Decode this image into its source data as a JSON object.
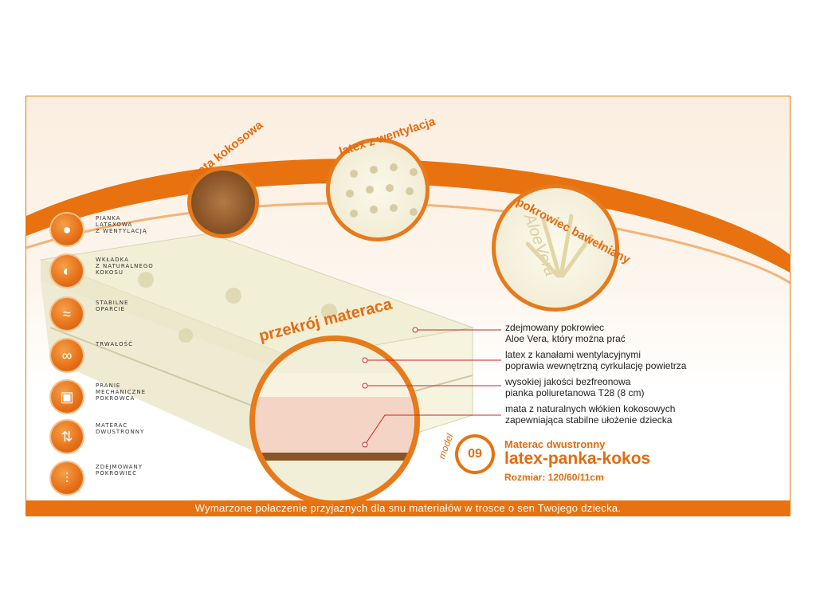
{
  "features": [
    {
      "label": "PIANKA\nLATEXOWA\nZ WENTYLACJĄ",
      "icon": "dots-icon"
    },
    {
      "label": "WKŁADKA\nZ NATURALNEGO\nKOKOSU",
      "icon": "coconut-icon"
    },
    {
      "label": "STABILNE\nOPARCIE",
      "icon": "spring-icon"
    },
    {
      "label": "TRWAŁOŚĆ",
      "icon": "infinity-icon"
    },
    {
      "label": "PRANIE\nMECHANICZNE\nPOKROWCA",
      "icon": "washing-machine-icon"
    },
    {
      "label": "MATERAC\nDWUSTRONNY",
      "icon": "flip-arrows-icon"
    },
    {
      "label": "ZDEJMOWANY\nPOKROWIEC",
      "icon": "zipper-icon"
    }
  ],
  "bubbles": {
    "coconut": "mata kokosowa",
    "latex": "latex z wentylacja",
    "cover": "pokrowiec bawełniany",
    "cover_logo": "AloeVera",
    "section": "przekrój materaca"
  },
  "annotations": [
    {
      "line1": "zdejmowany pokrowiec",
      "line2": "Aloe Vera, który można prać"
    },
    {
      "line1": "latex z kanałami wentylacyjnymi",
      "line2": "poprawia wewnętrzną cyrkulację powietrza"
    },
    {
      "line1": "wysokiej jakości bezfreonowa",
      "line2": "pianka poliuretanowa T28 (8 cm)"
    },
    {
      "line1": "mata z naturalnych włókien kokosowych",
      "line2": "zapewniająca stabilne ułożenie dziecka"
    }
  ],
  "model": {
    "label": "model",
    "number": "09"
  },
  "product": {
    "type": "Materac dwustronny",
    "name": "latex-panka-kokos",
    "size": "Rozmiar: 120/60/11cm"
  },
  "footer": "Wymarzone połaczenie przyjaznych dla snu materiałów w trosce o sen Twojego dziecka.",
  "colors": {
    "accent": "#e8720f",
    "pink_foam": "#f4d4c4",
    "cream": "#f4f1dc"
  }
}
